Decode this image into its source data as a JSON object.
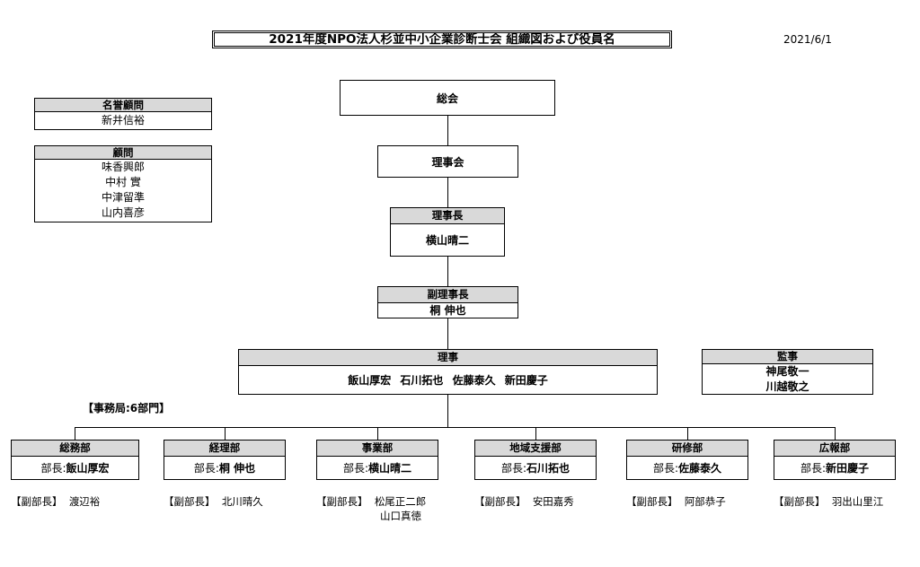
{
  "title": "2021年度NPO法人杉並中小企業診断士会 組織図および役員名",
  "date": "2021/6/1",
  "honorary_advisor": {
    "label": "名誉顧問",
    "names": [
      "新井信裕"
    ]
  },
  "advisors": {
    "label": "顧問",
    "names": [
      "味香興郎",
      "中村 實",
      "中津留準",
      "山内喜彦"
    ]
  },
  "general_meeting": "総会",
  "board": "理事会",
  "chairman": {
    "label": "理事長",
    "name": "横山晴二"
  },
  "vice_chairman": {
    "label": "副理事長",
    "name": "桐 伸也"
  },
  "directors": {
    "label": "理事",
    "names": "飯山厚宏 石川拓也 佐藤泰久 新田慶子"
  },
  "auditors": {
    "label": "監事",
    "names": [
      "神尾敬一",
      "川越敬之"
    ]
  },
  "secretariat": "【事務局:6部門】",
  "departments": [
    {
      "name": "総務部",
      "head_label": "部長:",
      "head": "飯山厚宏",
      "deputy_label": "【副部長】",
      "deputies": [
        "渡辺裕"
      ]
    },
    {
      "name": "経理部",
      "head_label": "部長:",
      "head": "桐 伸也",
      "deputy_label": "【副部長】",
      "deputies": [
        "北川晴久"
      ]
    },
    {
      "name": "事業部",
      "head_label": "部長:",
      "head": "横山晴二",
      "deputy_label": "【副部長】",
      "deputies": [
        "松尾正二郎",
        "山口真徳"
      ]
    },
    {
      "name": "地域支援部",
      "head_label": "部長:",
      "head": "石川拓也",
      "deputy_label": "【副部長】",
      "deputies": [
        "安田嘉秀"
      ]
    },
    {
      "name": "研修部",
      "head_label": "部長:",
      "head": "佐藤泰久",
      "deputy_label": "【副部長】",
      "deputies": [
        "阿部恭子"
      ]
    },
    {
      "name": "広報部",
      "head_label": "部長:",
      "head": "新田慶子",
      "deputy_label": "【副部長】",
      "deputies": [
        "羽出山里江"
      ]
    }
  ]
}
